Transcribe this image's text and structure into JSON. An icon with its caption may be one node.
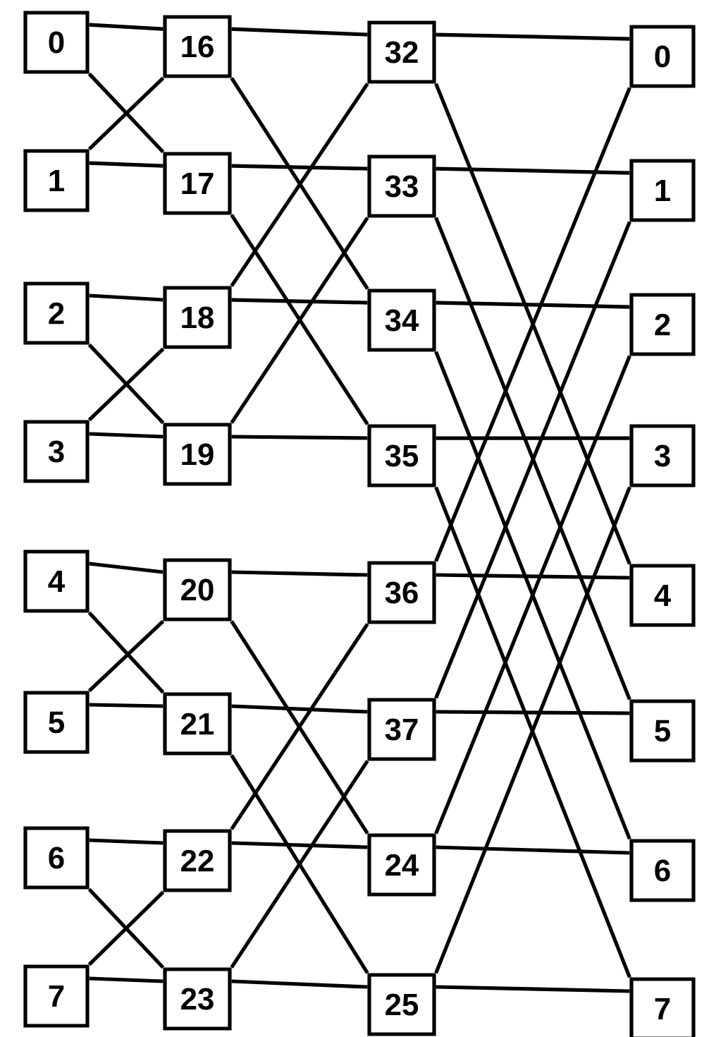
{
  "diagram": {
    "nodes": [
      {
        "text": [
          "0"
        ]
      },
      {
        "text": [
          "1"
        ]
      },
      {
        "text": [
          "2"
        ]
      },
      {
        "text": [
          "3"
        ]
      },
      {
        "text": [
          "4"
        ]
      },
      {
        "text": [
          "5"
        ]
      },
      {
        "text": [
          "6"
        ]
      },
      {
        "text": [
          "7"
        ]
      },
      {
        "text": [
          "16"
        ]
      },
      {
        "text": [
          "17"
        ]
      },
      {
        "text": [
          "18"
        ]
      },
      {
        "text": [
          "19"
        ]
      },
      {
        "text": [
          "20"
        ]
      },
      {
        "text": [
          "21"
        ]
      },
      {
        "text": [
          "22"
        ]
      },
      {
        "text": [
          "23"
        ]
      },
      {
        "text": [
          "32"
        ]
      },
      {
        "text": [
          "33"
        ]
      },
      {
        "text": [
          "34"
        ]
      },
      {
        "text": [
          "35"
        ]
      },
      {
        "text": [
          "36"
        ]
      },
      {
        "text": [
          "37"
        ]
      },
      {
        "text": [
          "24"
        ]
      },
      {
        "text": [
          "25"
        ]
      },
      {
        "text": [
          "0"
        ]
      },
      {
        "text": [
          "1"
        ]
      },
      {
        "text": [
          "2"
        ]
      },
      {
        "text": [
          "3"
        ]
      },
      {
        "text": [
          "4"
        ]
      },
      {
        "text": [
          "5"
        ]
      },
      {
        "text": [
          "6"
        ]
      },
      {
        "text": [
          "7"
        ]
      }
    ],
    "edges": [
      {
        "from": 0,
        "to": 8,
        "arrow": "none"
      },
      {
        "from": 0,
        "to": 9,
        "arrow": "none"
      },
      {
        "from": 1,
        "to": 8,
        "arrow": "none"
      },
      {
        "from": 1,
        "to": 9,
        "arrow": "none"
      },
      {
        "from": 2,
        "to": 10,
        "arrow": "none"
      },
      {
        "from": 2,
        "to": 11,
        "arrow": "none"
      },
      {
        "from": 3,
        "to": 10,
        "arrow": "none"
      },
      {
        "from": 3,
        "to": 11,
        "arrow": "none"
      },
      {
        "from": 4,
        "to": 12,
        "arrow": "none"
      },
      {
        "from": 4,
        "to": 13,
        "arrow": "none"
      },
      {
        "from": 5,
        "to": 12,
        "arrow": "none"
      },
      {
        "from": 5,
        "to": 13,
        "arrow": "none"
      },
      {
        "from": 6,
        "to": 14,
        "arrow": "none"
      },
      {
        "from": 6,
        "to": 15,
        "arrow": "none"
      },
      {
        "from": 7,
        "to": 14,
        "arrow": "none"
      },
      {
        "from": 7,
        "to": 15,
        "arrow": "none"
      },
      {
        "from": 8,
        "to": 16,
        "arrow": "none"
      },
      {
        "from": 8,
        "to": 18,
        "arrow": "none"
      },
      {
        "from": 9,
        "to": 17,
        "arrow": "none"
      },
      {
        "from": 9,
        "to": 19,
        "arrow": "none"
      },
      {
        "from": 10,
        "to": 18,
        "arrow": "none"
      },
      {
        "from": 10,
        "to": 16,
        "arrow": "none"
      },
      {
        "from": 11,
        "to": 19,
        "arrow": "none"
      },
      {
        "from": 11,
        "to": 17,
        "arrow": "none"
      },
      {
        "from": 12,
        "to": 20,
        "arrow": "none"
      },
      {
        "from": 12,
        "to": 22,
        "arrow": "none"
      },
      {
        "from": 13,
        "to": 21,
        "arrow": "none"
      },
      {
        "from": 13,
        "to": 23,
        "arrow": "none"
      },
      {
        "from": 14,
        "to": 22,
        "arrow": "none"
      },
      {
        "from": 14,
        "to": 20,
        "arrow": "none"
      },
      {
        "from": 15,
        "to": 23,
        "arrow": "none"
      },
      {
        "from": 15,
        "to": 21,
        "arrow": "none"
      },
      {
        "from": 16,
        "to": 24,
        "arrow": "none"
      },
      {
        "from": 16,
        "to": 28,
        "arrow": "none"
      },
      {
        "from": 17,
        "to": 25,
        "arrow": "none"
      },
      {
        "from": 17,
        "to": 29,
        "arrow": "none"
      },
      {
        "from": 18,
        "to": 26,
        "arrow": "none"
      },
      {
        "from": 18,
        "to": 30,
        "arrow": "none"
      },
      {
        "from": 19,
        "to": 27,
        "arrow": "none"
      },
      {
        "from": 19,
        "to": 31,
        "arrow": "none"
      },
      {
        "from": 20,
        "to": 28,
        "arrow": "none"
      },
      {
        "from": 20,
        "to": 24,
        "arrow": "none"
      },
      {
        "from": 21,
        "to": 29,
        "arrow": "none"
      },
      {
        "from": 21,
        "to": 25,
        "arrow": "none"
      },
      {
        "from": 22,
        "to": 30,
        "arrow": "none"
      },
      {
        "from": 22,
        "to": 26,
        "arrow": "none"
      },
      {
        "from": 23,
        "to": 31,
        "arrow": "none"
      },
      {
        "from": 23,
        "to": 27,
        "arrow": "none"
      }
    ]
  }
}
